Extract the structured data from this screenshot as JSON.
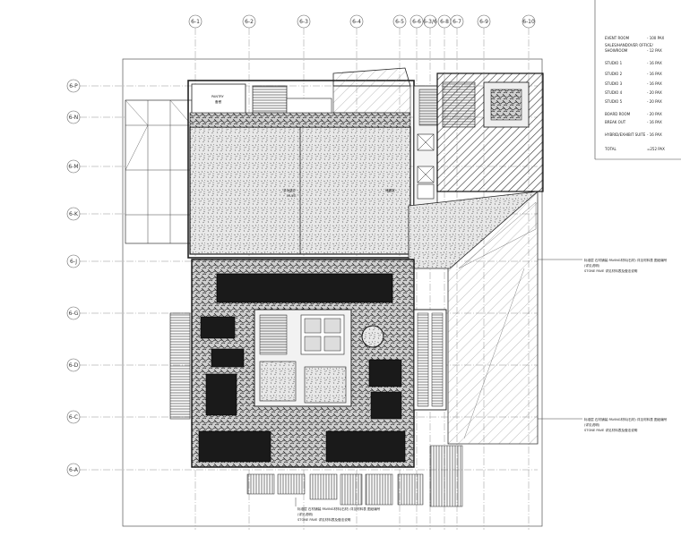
{
  "grid": {
    "columns": [
      "6-1",
      "6-2",
      "6-3",
      "6-4",
      "6-5",
      "6-6",
      "6-3/6",
      "6-8",
      "6-7",
      "6-9",
      "6-10"
    ],
    "rows": [
      "6-P",
      "6-N",
      "6-M",
      "6-K",
      "6-J",
      "6-G",
      "6-D",
      "6-C",
      "6-A"
    ]
  },
  "rooms": {
    "pantry_line1": "PANTRY",
    "pantry_line2": "备餐",
    "hall_line1": "多功能厅",
    "hall_line2": "MULTI",
    "side_room": "储藏室"
  },
  "schedule": [
    {
      "name": "EVENT ROOM",
      "value": "- 100 PAX"
    },
    {
      "name": "SALES/HANDOVER OFFICE/",
      "value": ""
    },
    {
      "name": "SHOWROOM",
      "value": "- 12 PAX"
    },
    {
      "name": "STUDIO 1",
      "value": "- 16 PAX"
    },
    {
      "name": "STUDIO 2",
      "value": "- 16 PAX"
    },
    {
      "name": "STUDIO 3",
      "value": "- 16 PAX"
    },
    {
      "name": "STUDIO 4",
      "value": "- 20 PAX"
    },
    {
      "name": "STUDIO 5",
      "value": "- 20 PAX"
    },
    {
      "name": "BOARD ROOM",
      "value": "- 20 PAX"
    },
    {
      "name": "BREAK OUT",
      "value": "- 16 PAX"
    },
    {
      "name": "HYBRID/EXHIBIT SUITE",
      "value": "- 16 PAX"
    },
    {
      "name": "TOTAL",
      "value": "=252 PAX"
    }
  ],
  "notes": {
    "note1_l1": "标准层 石材铺装 PAVING材料(石材) 详见材料表 图纸编号",
    "note1_l2": "(详见说明)",
    "note1_l3": "STONE PAVE 详见材料表及做法说明",
    "note2_l1": "标准层 石材铺装 PAVING材料(石材) 详见材料表 图纸编号",
    "note2_l2": "(详见说明)",
    "note2_l3": "STONE PAVE 详见材料表及做法说明",
    "note3_l1": "标准层 石材铺装 PAVING材料(石材) 详见材料表 图纸编号",
    "note3_l2": "(详见说明)",
    "note3_l3": "STONE PAVE 详见材料表及做法说明"
  }
}
